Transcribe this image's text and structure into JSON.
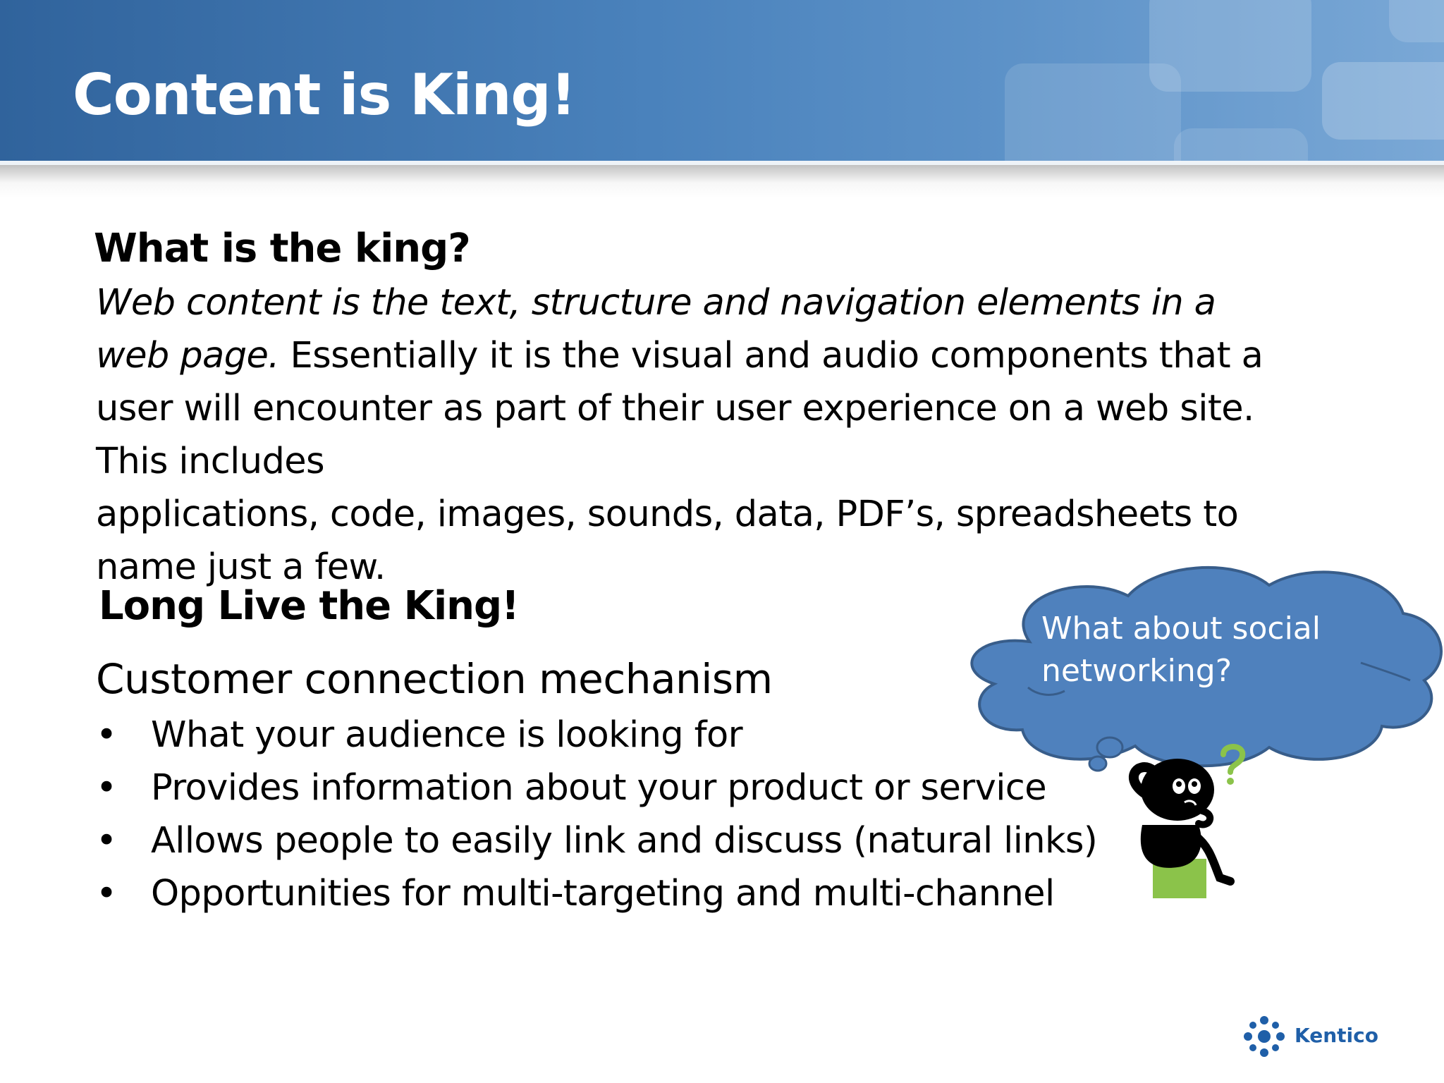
{
  "slide": {
    "title": "Content is King!",
    "section_heading": "What is the king?",
    "definition": {
      "line1_italic": "Web content is the text, structure and navigation elements in a",
      "line2_italic": "web page.",
      "line2_rest": " Essentially it is the visual and audio components that a",
      "line3": "user will encounter as part of their user experience on a web site.",
      "line4": "This includes",
      "line5": "applications, code, images, sounds, data, PDF’s, spreadsheets to",
      "line6": "name just a few."
    },
    "second_heading": "Long Live the King!",
    "subheading": "Customer connection mechanism",
    "bullet_symbol": "•",
    "bullets": [
      "What your audience is looking for",
      "Provides information about your product or service",
      "Allows people to easily link and discuss (natural links)",
      "Opportunities for multi-targeting and multi-channel"
    ]
  },
  "callout": {
    "line1": "What about social",
    "line2": "networking?",
    "bubble_color": "#4f81bd",
    "outline_color": "#385d8a"
  },
  "illustration": {
    "figure_icon": "thinking-person-icon",
    "question_mark": "?",
    "block_color": "#8bc34a"
  },
  "logo": {
    "text": "Kentico",
    "mark_icon": "kentico-logo-icon",
    "color": "#1f5fa8"
  },
  "theme": {
    "header_color": "#4a82bc",
    "text_color": "#000000"
  }
}
